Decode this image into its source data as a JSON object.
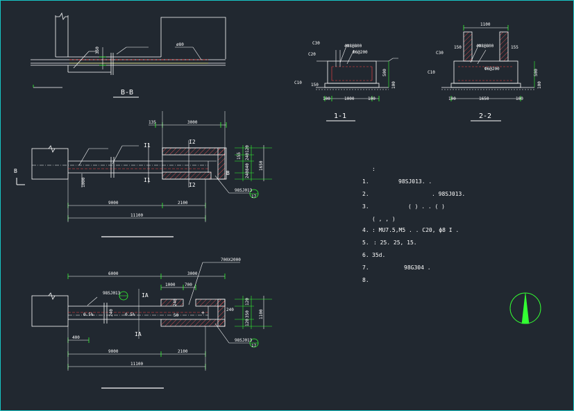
{
  "sections": {
    "bb": "B-B",
    "s11": "1-1",
    "s22": "2-2"
  },
  "marks": {
    "bb_phi": "ø80",
    "bb_350": "350",
    "b_left": "B",
    "b_right": "B",
    "mark_11_top": "I1",
    "mark_11_bot": "I1",
    "mark_22_top": "I2",
    "mark_22_bot": "I2",
    "mark_aa_top": "IA",
    "mark_aa_bot": "IA",
    "ref1": "98SJ013",
    "ref1_no": "17",
    "ref2": "98SJ013",
    "ref2_no": "17",
    "ref3": "98SJ013",
    "hole": "700X2000"
  },
  "detail11": {
    "c30": "C30",
    "c20": "C20",
    "c10": "C10",
    "rebar1": "4Ф8@800",
    "rebar2": "Ф6@200",
    "h500": "500",
    "h100": "100",
    "w1000": "1000",
    "w100a": "100",
    "w100b": "100",
    "w100c": "150"
  },
  "detail22": {
    "top1100": "1100",
    "c30": "C30",
    "c10": "C10",
    "rebar1": "4Ф8@800",
    "rebar2": "Ф6@200",
    "h500": "500",
    "h100": "100",
    "w1650": "1650",
    "w100a": "100",
    "w100b": "100",
    "t150a": "150",
    "t155": "155"
  },
  "plan1": {
    "d135": "135",
    "d3000": "3000",
    "d9000": "9000",
    "d2100": "2100",
    "d11100": "11100",
    "d1000": "1000",
    "r120": "120",
    "r240": "240",
    "r840": "840",
    "r240b": "240",
    "r1650": "1650",
    "r120b": "120",
    "r155": "155"
  },
  "plan2": {
    "d6000": "6000",
    "d3000": "3000",
    "d1000": "1000",
    "d700": "700",
    "d9000": "9000",
    "d2100": "2100",
    "d11100": "11100",
    "d400": "400",
    "slope1": "0.5%",
    "slope2": "0.5%",
    "d240a": "240",
    "d240b": "240",
    "d50": "50",
    "r120": "120",
    "r350": "350",
    "r120b": "120",
    "r1100": "1100",
    "r240": "240"
  },
  "notes": [
    {
      "n": ":",
      "t": ""
    },
    {
      "n": "1.",
      "t": "98SJ013.      ."
    },
    {
      "n": "2.",
      "t": ".                           98SJ013."
    },
    {
      "n": "3.",
      "t": "( ) .   .             ( )"
    },
    {
      "n": "",
      "t": "(              ,                   ,               )"
    },
    {
      "n": "4.",
      "t": ":   MU7.5,M5              . .   C20,  ф8 I ."
    },
    {
      "n": "5.",
      "t": ":    25.  25,  15."
    },
    {
      "n": "6.",
      "t": "                         35d."
    },
    {
      "n": "7.",
      "t": "98G304          ."
    },
    {
      "n": "8.",
      "t": ""
    }
  ]
}
